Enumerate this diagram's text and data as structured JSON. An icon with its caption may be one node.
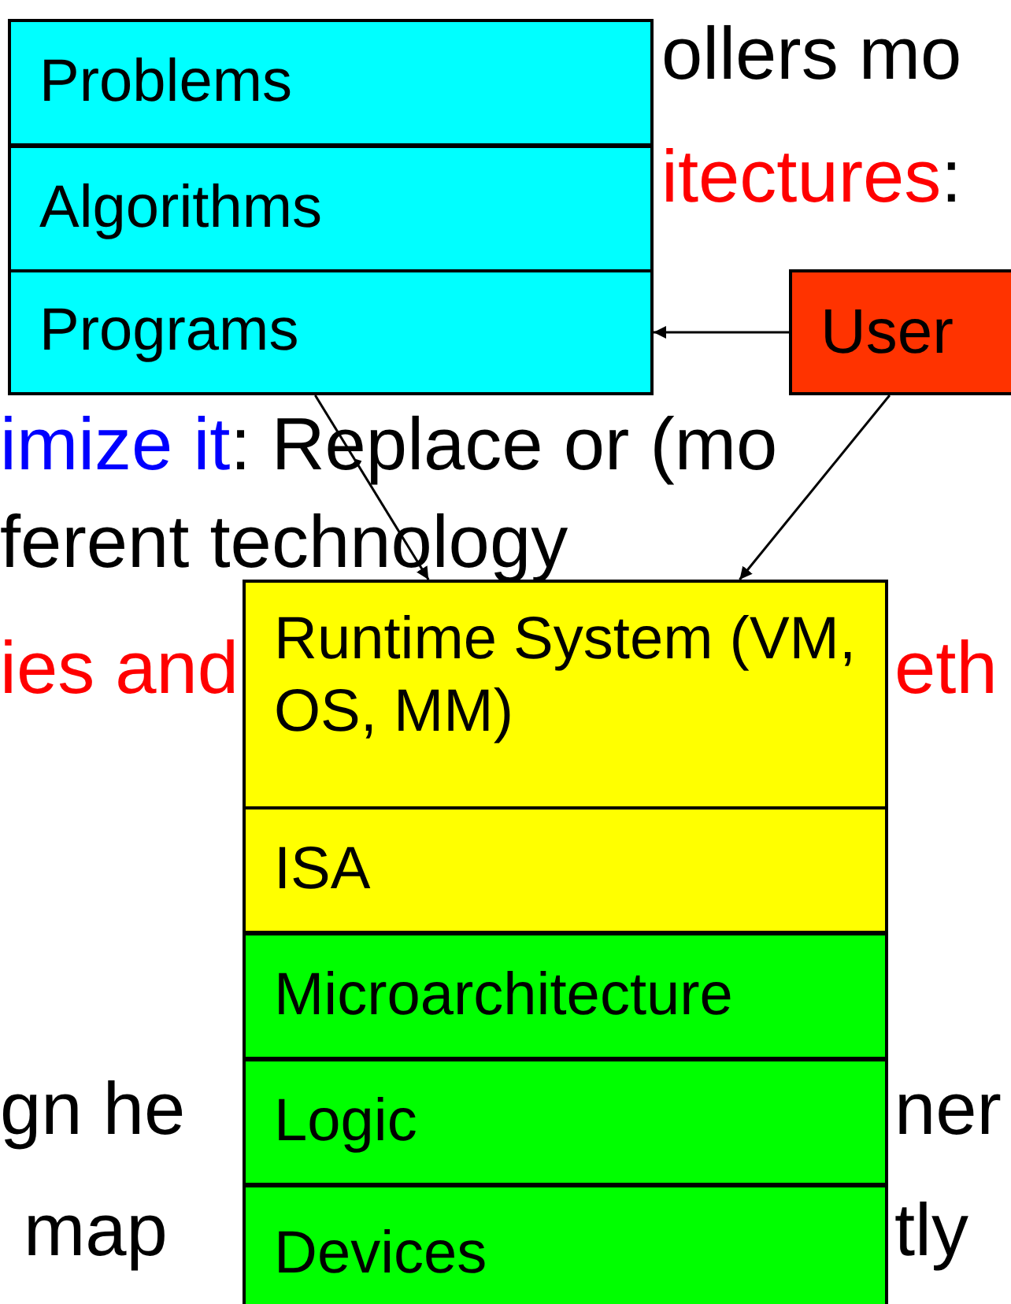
{
  "diagram": {
    "nodes": [
      {
        "text": [
          "Problems"
        ]
      },
      {
        "text": [
          "Algorithms"
        ]
      },
      {
        "text": [
          "Programs"
        ]
      },
      {
        "text": [
          "User"
        ]
      },
      {
        "text": [
          "Runtime System (VM, OS, MM)"
        ]
      },
      {
        "text": [
          "ISA"
        ]
      },
      {
        "text": [
          "Microarchitecture"
        ]
      },
      {
        "text": [
          "Logic"
        ]
      },
      {
        "text": [
          "Devices"
        ]
      }
    ],
    "edges": [
      {
        "from": 3,
        "to": 2,
        "arrow": "to"
      },
      {
        "from": 2,
        "to": 4,
        "arrow": "to"
      },
      {
        "from": 3,
        "to": 4,
        "arrow": "to"
      }
    ],
    "labels": [
      "ollers mo",
      "itectures",
      ":",
      "imize it",
      ": Replace or (mo",
      "ferent technology",
      "ies and",
      "eth",
      "gn he",
      "ner",
      "map",
      "tly"
    ]
  }
}
